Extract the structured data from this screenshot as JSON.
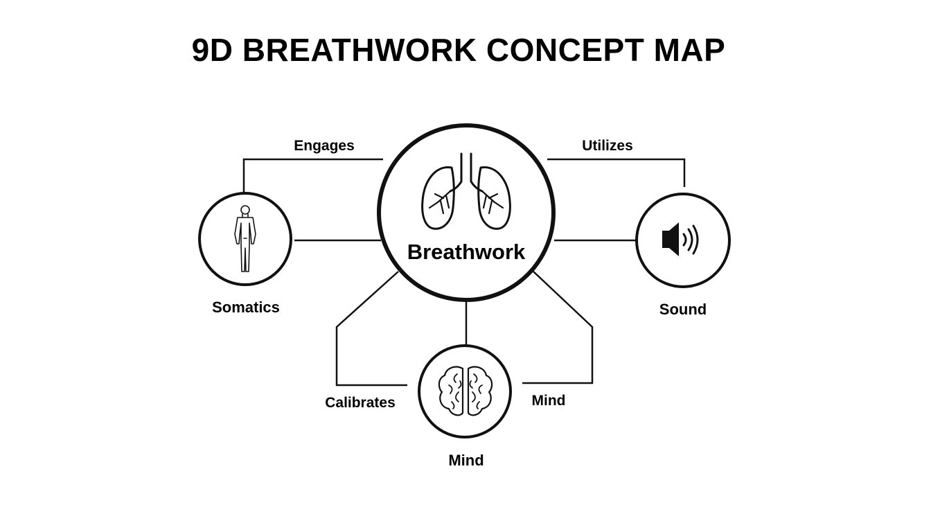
{
  "title": "9D BREATHWORK CONCEPT MAP",
  "center": {
    "label": "Breathwork",
    "icon": "lungs-icon"
  },
  "nodes": {
    "somatics": {
      "label": "Somatics",
      "icon": "human-body-icon"
    },
    "sound": {
      "label": "Sound",
      "icon": "speaker-icon"
    },
    "mind": {
      "label": "Mind",
      "icon": "brain-icon"
    }
  },
  "edges": {
    "engages": "Engages",
    "utilizes": "Utilizes",
    "calibrates": "Calibrates",
    "mind": "Mind"
  },
  "colors": {
    "stroke": "#111111",
    "background": "#ffffff"
  }
}
